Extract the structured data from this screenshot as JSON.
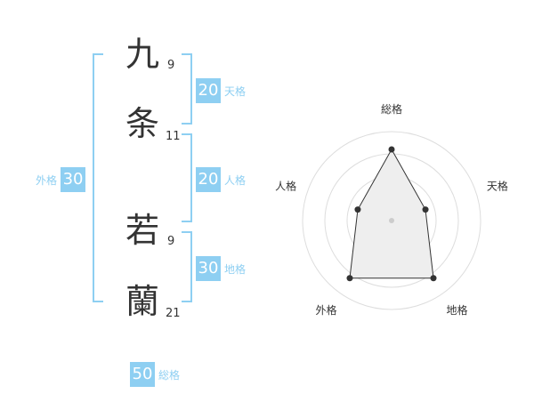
{
  "name": {
    "chars": [
      {
        "char": "九",
        "strokes": "9"
      },
      {
        "char": "条",
        "strokes": "11"
      },
      {
        "char": "若",
        "strokes": "9"
      },
      {
        "char": "蘭",
        "strokes": "21"
      }
    ]
  },
  "kaku": {
    "tenkaku": {
      "value": "20",
      "label": "天格"
    },
    "jinkaku": {
      "value": "20",
      "label": "人格"
    },
    "chikaku": {
      "value": "30",
      "label": "地格"
    },
    "gaikaku": {
      "value": "30",
      "label": "外格"
    },
    "soukaku": {
      "value": "50",
      "label": "総格"
    }
  },
  "colors": {
    "accent": "#8ecff2",
    "text": "#333333",
    "ring": "#dddddd",
    "polygon_fill": "#eeeeee"
  },
  "chart_data": {
    "type": "radar",
    "axes": [
      "総格",
      "天格",
      "地格",
      "外格",
      "人格"
    ],
    "values": [
      4,
      2,
      4,
      4,
      2
    ],
    "max": 5,
    "rings": 4
  }
}
